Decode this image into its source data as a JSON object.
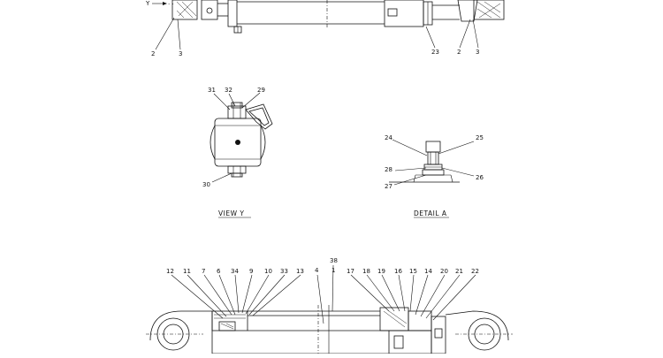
{
  "labels": {
    "top": {
      "y_marker": "Y",
      "l2": "2",
      "l3": "3",
      "l23": "23",
      "r2": "2",
      "r3": "3"
    },
    "view_y": {
      "caption": "VIEW   Y",
      "n31": "31",
      "n32": "32",
      "n29": "29",
      "n30": "30"
    },
    "detail_a": {
      "caption": "DETAIL   A",
      "n24": "24",
      "n25": "25",
      "n28": "28",
      "n26": "26",
      "n27": "27"
    },
    "bottom": {
      "n38": "38",
      "n1": "1",
      "n4": "4",
      "n12": "12",
      "n11": "11",
      "n7": "7",
      "n6": "6",
      "n34": "34",
      "n9": "9",
      "n10": "10",
      "n33": "33",
      "n13": "13",
      "n17": "17",
      "n18": "18",
      "n19": "19",
      "n16": "16",
      "n15": "15",
      "n14": "14",
      "n20": "20",
      "n21": "21",
      "n22": "22"
    }
  }
}
